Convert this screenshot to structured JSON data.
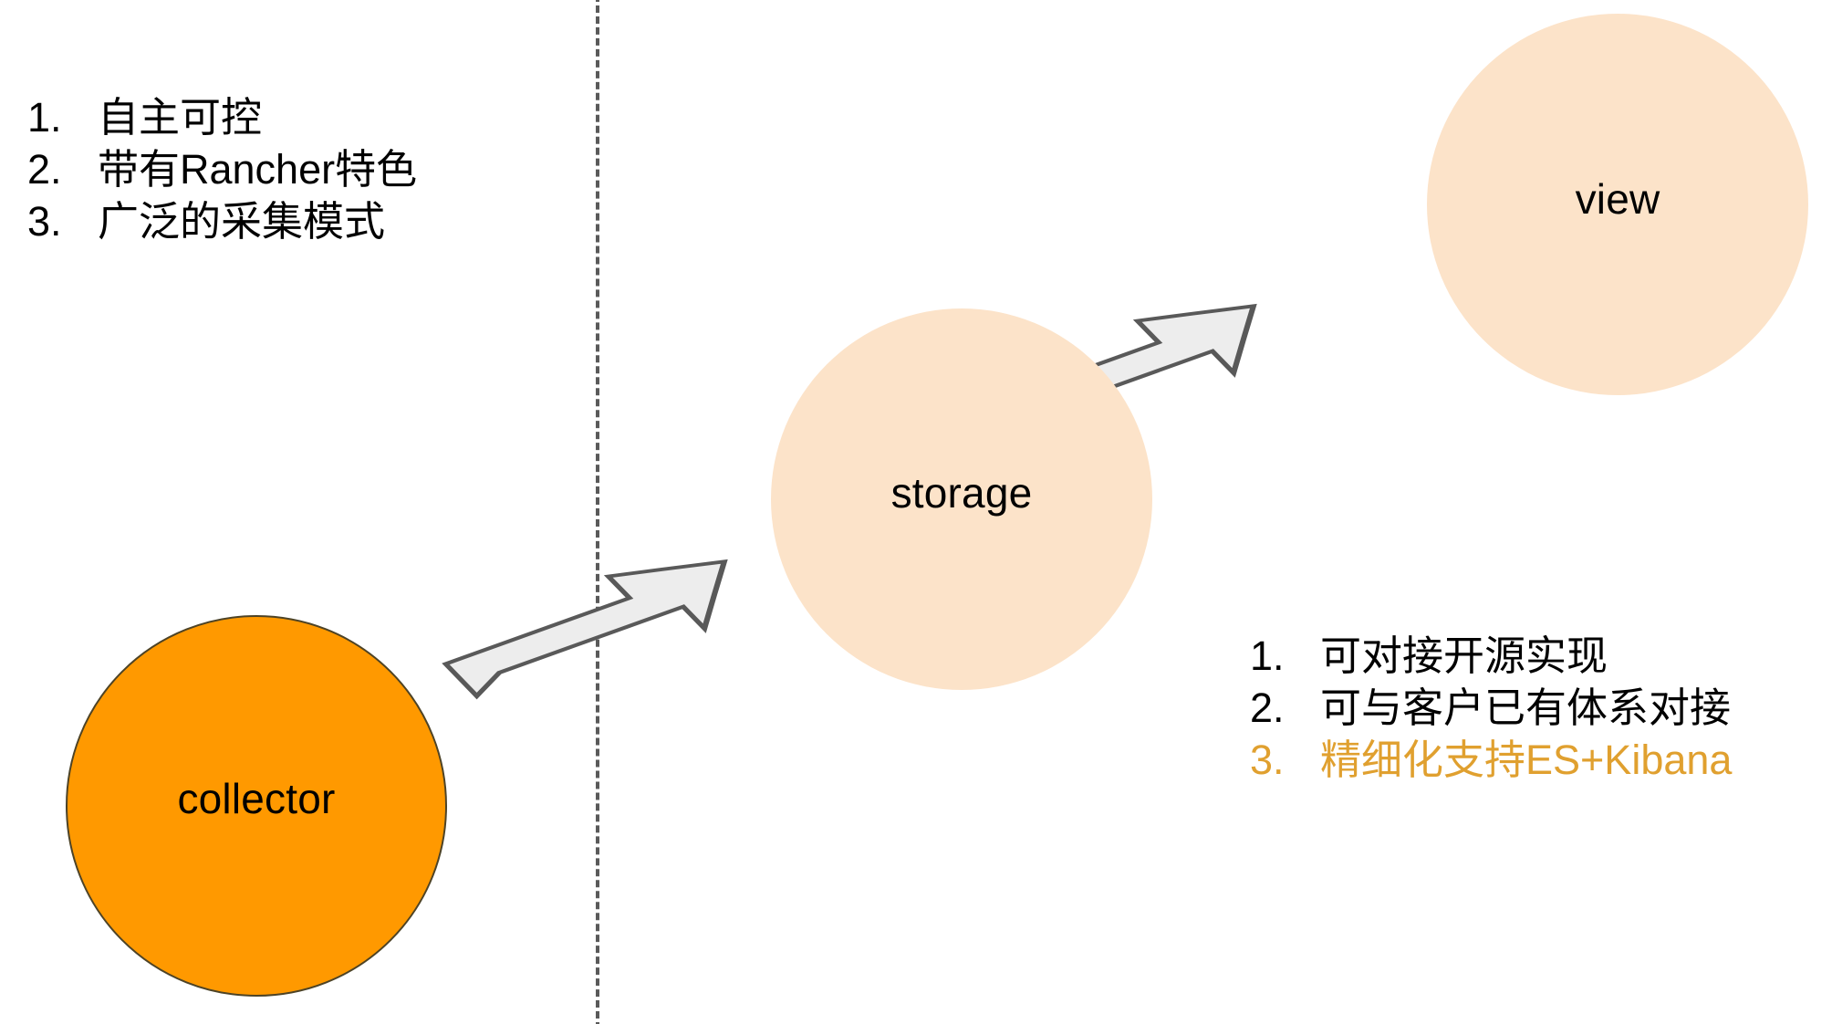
{
  "diagram": {
    "title": "collector-storage-view pipeline",
    "colors": {
      "collector_fill": "#FF9900",
      "collector_stroke": "#4D4326",
      "storage_fill": "#FCE3C9",
      "view_fill": "#FCE3C9",
      "arrow_fill": "#EDEDED",
      "arrow_stroke": "#595959",
      "divider_stroke": "#5A5A5A",
      "highlight_text": "#E0A02F",
      "body_text": "#000000"
    },
    "divider": {
      "name": "vertical-dashed-divider",
      "orientation": "vertical",
      "style": "dashed"
    },
    "nodes": [
      {
        "id": "collector",
        "label": "collector"
      },
      {
        "id": "storage",
        "label": "storage"
      },
      {
        "id": "view",
        "label": "view"
      }
    ],
    "arrows": [
      {
        "id": "collector-to-storage",
        "from": "collector",
        "to": "storage",
        "direction": "up-right"
      },
      {
        "id": "storage-to-view",
        "from": "storage",
        "to": "view",
        "direction": "up-right"
      }
    ],
    "left_list": {
      "name": "collector-benefits-list",
      "items": [
        {
          "num": "1.",
          "text": "自主可控",
          "color": "#000000"
        },
        {
          "num": "2.",
          "text": "带有Rancher特色",
          "color": "#000000"
        },
        {
          "num": "3.",
          "text": "广泛的采集模式",
          "color": "#000000"
        }
      ]
    },
    "right_list": {
      "name": "storage-view-benefits-list",
      "items": [
        {
          "num": "1.",
          "text": "可对接开源实现",
          "color": "#000000"
        },
        {
          "num": "2.",
          "text": "可与客户已有体系对接",
          "color": "#000000"
        },
        {
          "num": "3.",
          "text": "精细化支持ES+Kibana",
          "color": "#E0A02F"
        }
      ]
    }
  }
}
